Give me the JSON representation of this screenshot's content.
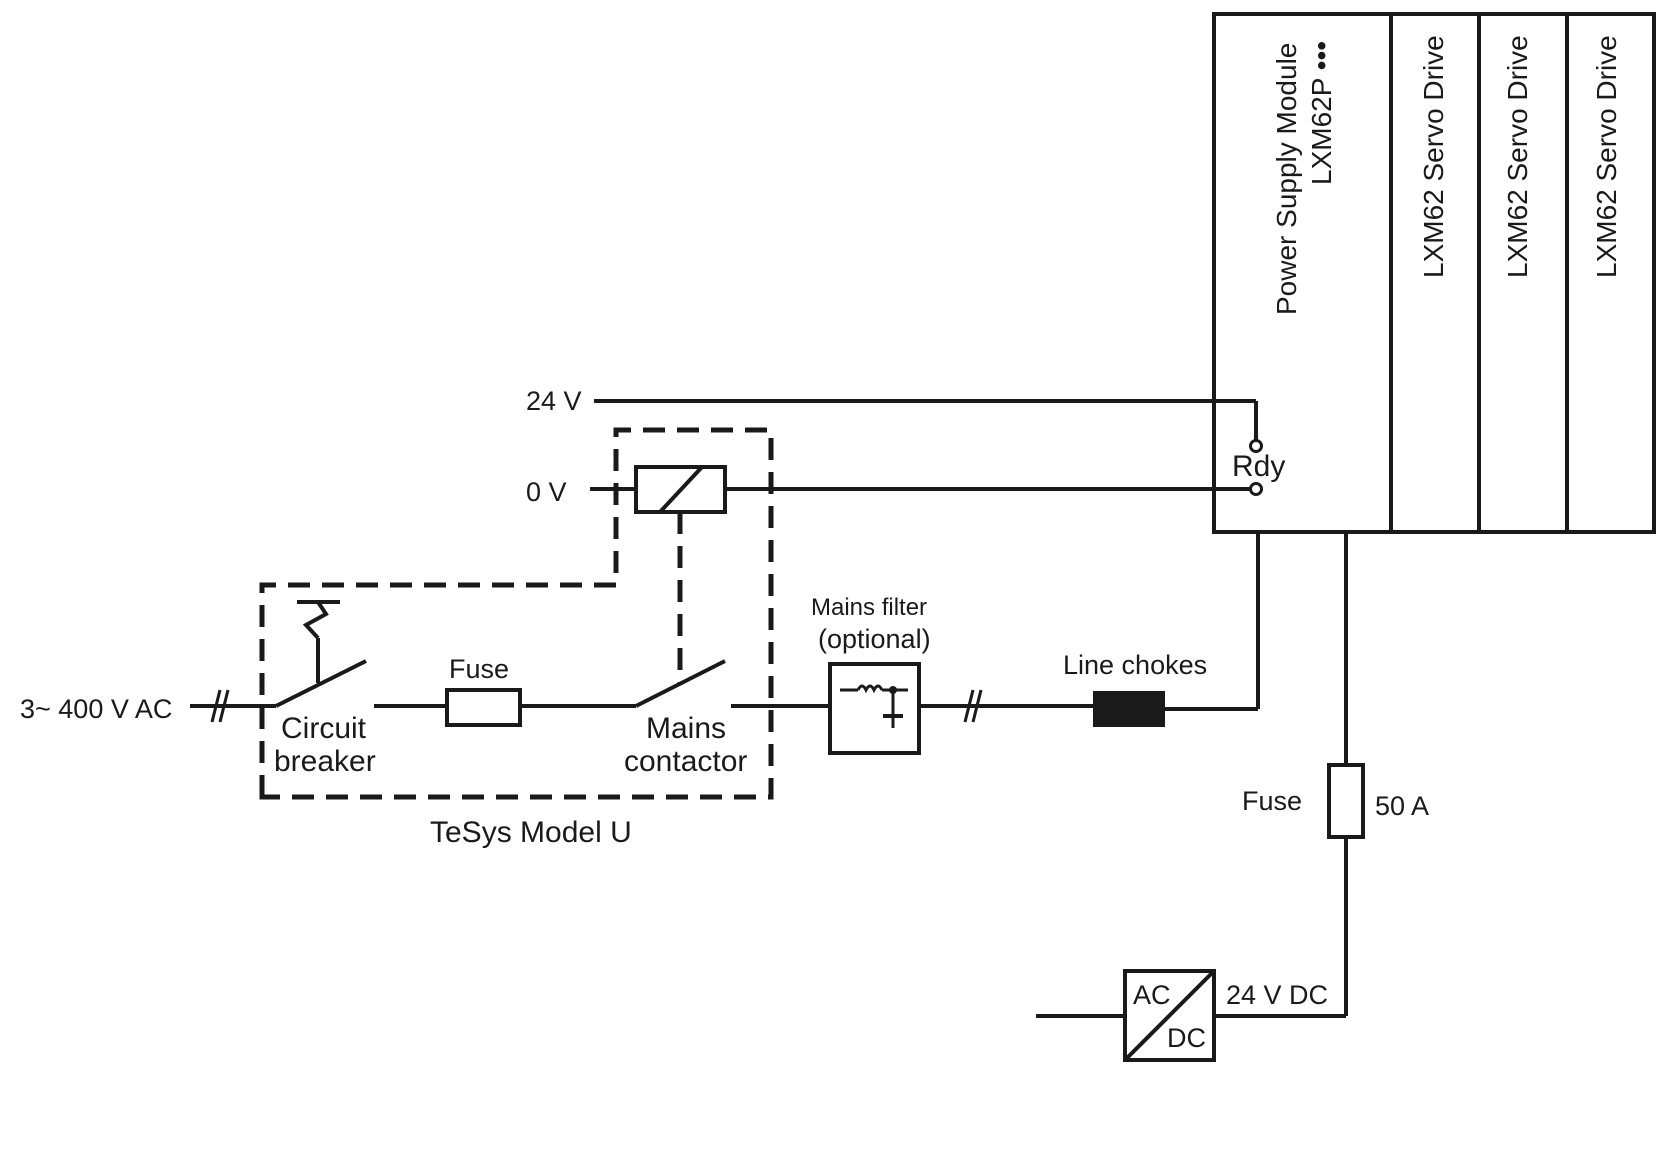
{
  "labels": {
    "supply_in": "3~ 400 V AC",
    "circuit_breaker_line1": "Circuit",
    "circuit_breaker_line2": "breaker",
    "fuse_main": "Fuse",
    "mains_contactor_line1": "Mains",
    "mains_contactor_line2": "contactor",
    "tesys_group": "TeSys Model U",
    "mains_filter_line1": "Mains filter",
    "mains_filter_line2": "(optional)",
    "line_chokes": "Line chokes",
    "v24": "24 V",
    "v0": "0 V",
    "rdy": "Rdy",
    "fuse_dc": "Fuse",
    "fuse_dc_rating": "50 A",
    "acdc_ac": "AC",
    "acdc_dc": "DC",
    "dc_out": "24 V DC"
  },
  "modules": {
    "power_supply_line1": "Power Supply Module",
    "power_supply_line2": "LXM62P •••",
    "servo_drives": [
      "LXM62 Servo Drive",
      "LXM62 Servo Drive",
      "LXM62 Servo Drive"
    ]
  }
}
